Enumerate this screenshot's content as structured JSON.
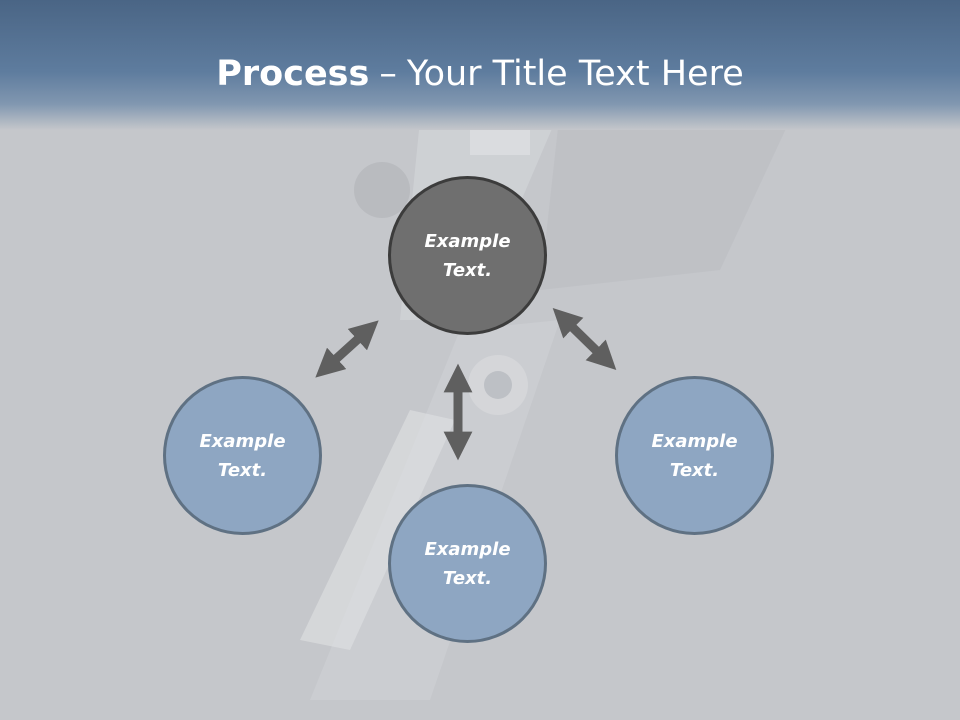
{
  "slide": {
    "title_bold": "Process",
    "title_separator": "–",
    "title_rest": "Your Title Text Here"
  },
  "nodes": {
    "top": "Example Text.",
    "left": "Example Text.",
    "right": "Example Text.",
    "bottom": "Example Text."
  },
  "colors": {
    "header": "#5e7c9e",
    "background": "#c5c7cb",
    "center_node": "#6f6f6f",
    "outer_node": "#8ea6c2",
    "arrow": "#5f5f5f"
  }
}
